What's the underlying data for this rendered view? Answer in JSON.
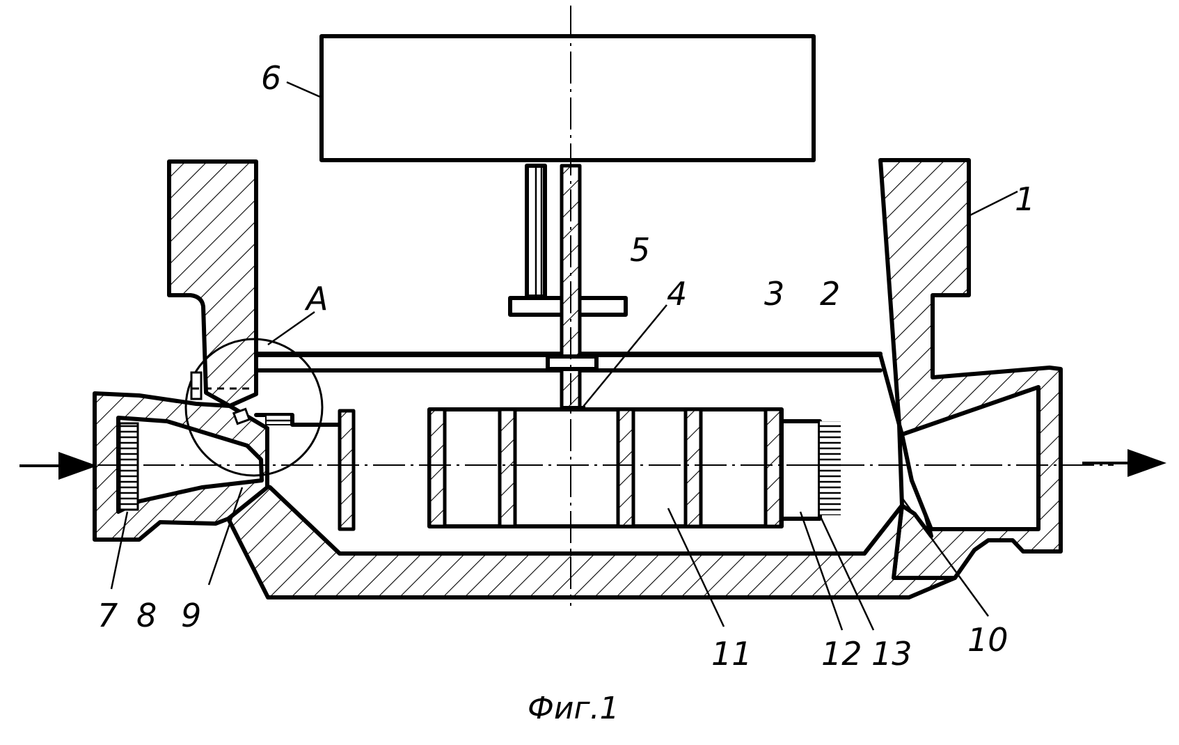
{
  "labels": {
    "p1": "1",
    "p2": "2",
    "p3": "3",
    "p4": "4",
    "p5": "5",
    "p6": "6",
    "p7": "7",
    "p8": "8",
    "p9": "9",
    "p10": "10",
    "p11": "11",
    "p12": "12",
    "p13": "13",
    "detail": "A"
  },
  "caption": "Фиг.1"
}
